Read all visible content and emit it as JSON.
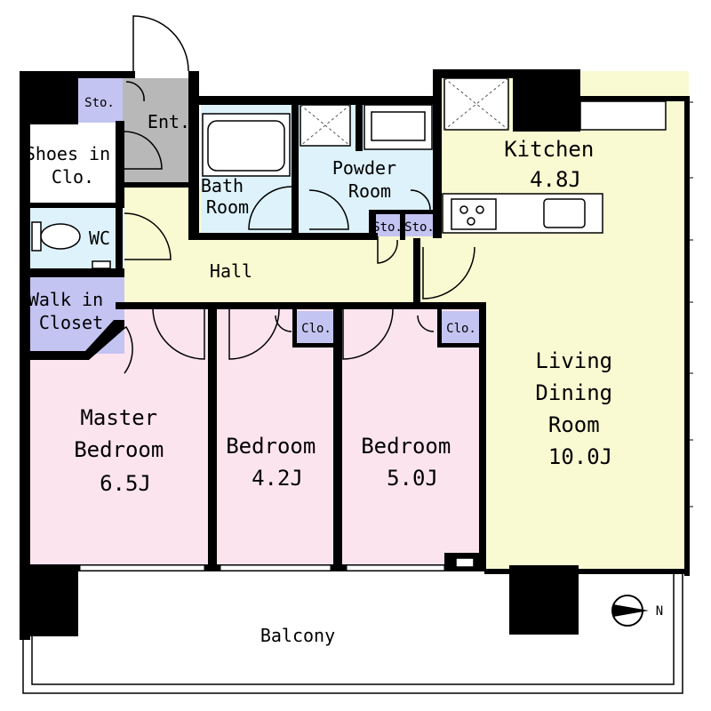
{
  "rooms": {
    "storage_entry": "Sto.",
    "entrance": "Ent.",
    "shoes_closet": [
      "Shoes in",
      "Clo."
    ],
    "wc": "WC",
    "bath": [
      "Bath",
      "Room"
    ],
    "powder": [
      "Powder",
      "Room"
    ],
    "sto_a": "Sto.",
    "sto_b": "Sto.",
    "kitchen": [
      "Kitchen",
      "4.8J"
    ],
    "hall": "Hall",
    "walk_in": [
      "Walk in",
      "Closet"
    ],
    "master": [
      "Master",
      "Bedroom",
      "6.5J"
    ],
    "bedroom_2": [
      "Bedroom",
      "4.2J"
    ],
    "bedroom_3": [
      "Bedroom",
      "5.0J"
    ],
    "clo_a": "Clo.",
    "clo_b": "Clo.",
    "living": [
      "Living",
      "Dining",
      "Room",
      "10.0J"
    ],
    "balcony": "Balcony"
  },
  "compass": {
    "label": "N"
  },
  "colors": {
    "hall": "#fafad2",
    "bedroom": "#fce4ef",
    "bath": "#ddf2fb",
    "closet": "#c4c4f2",
    "entry": "#b8b8b8",
    "white": "#ffffff"
  }
}
